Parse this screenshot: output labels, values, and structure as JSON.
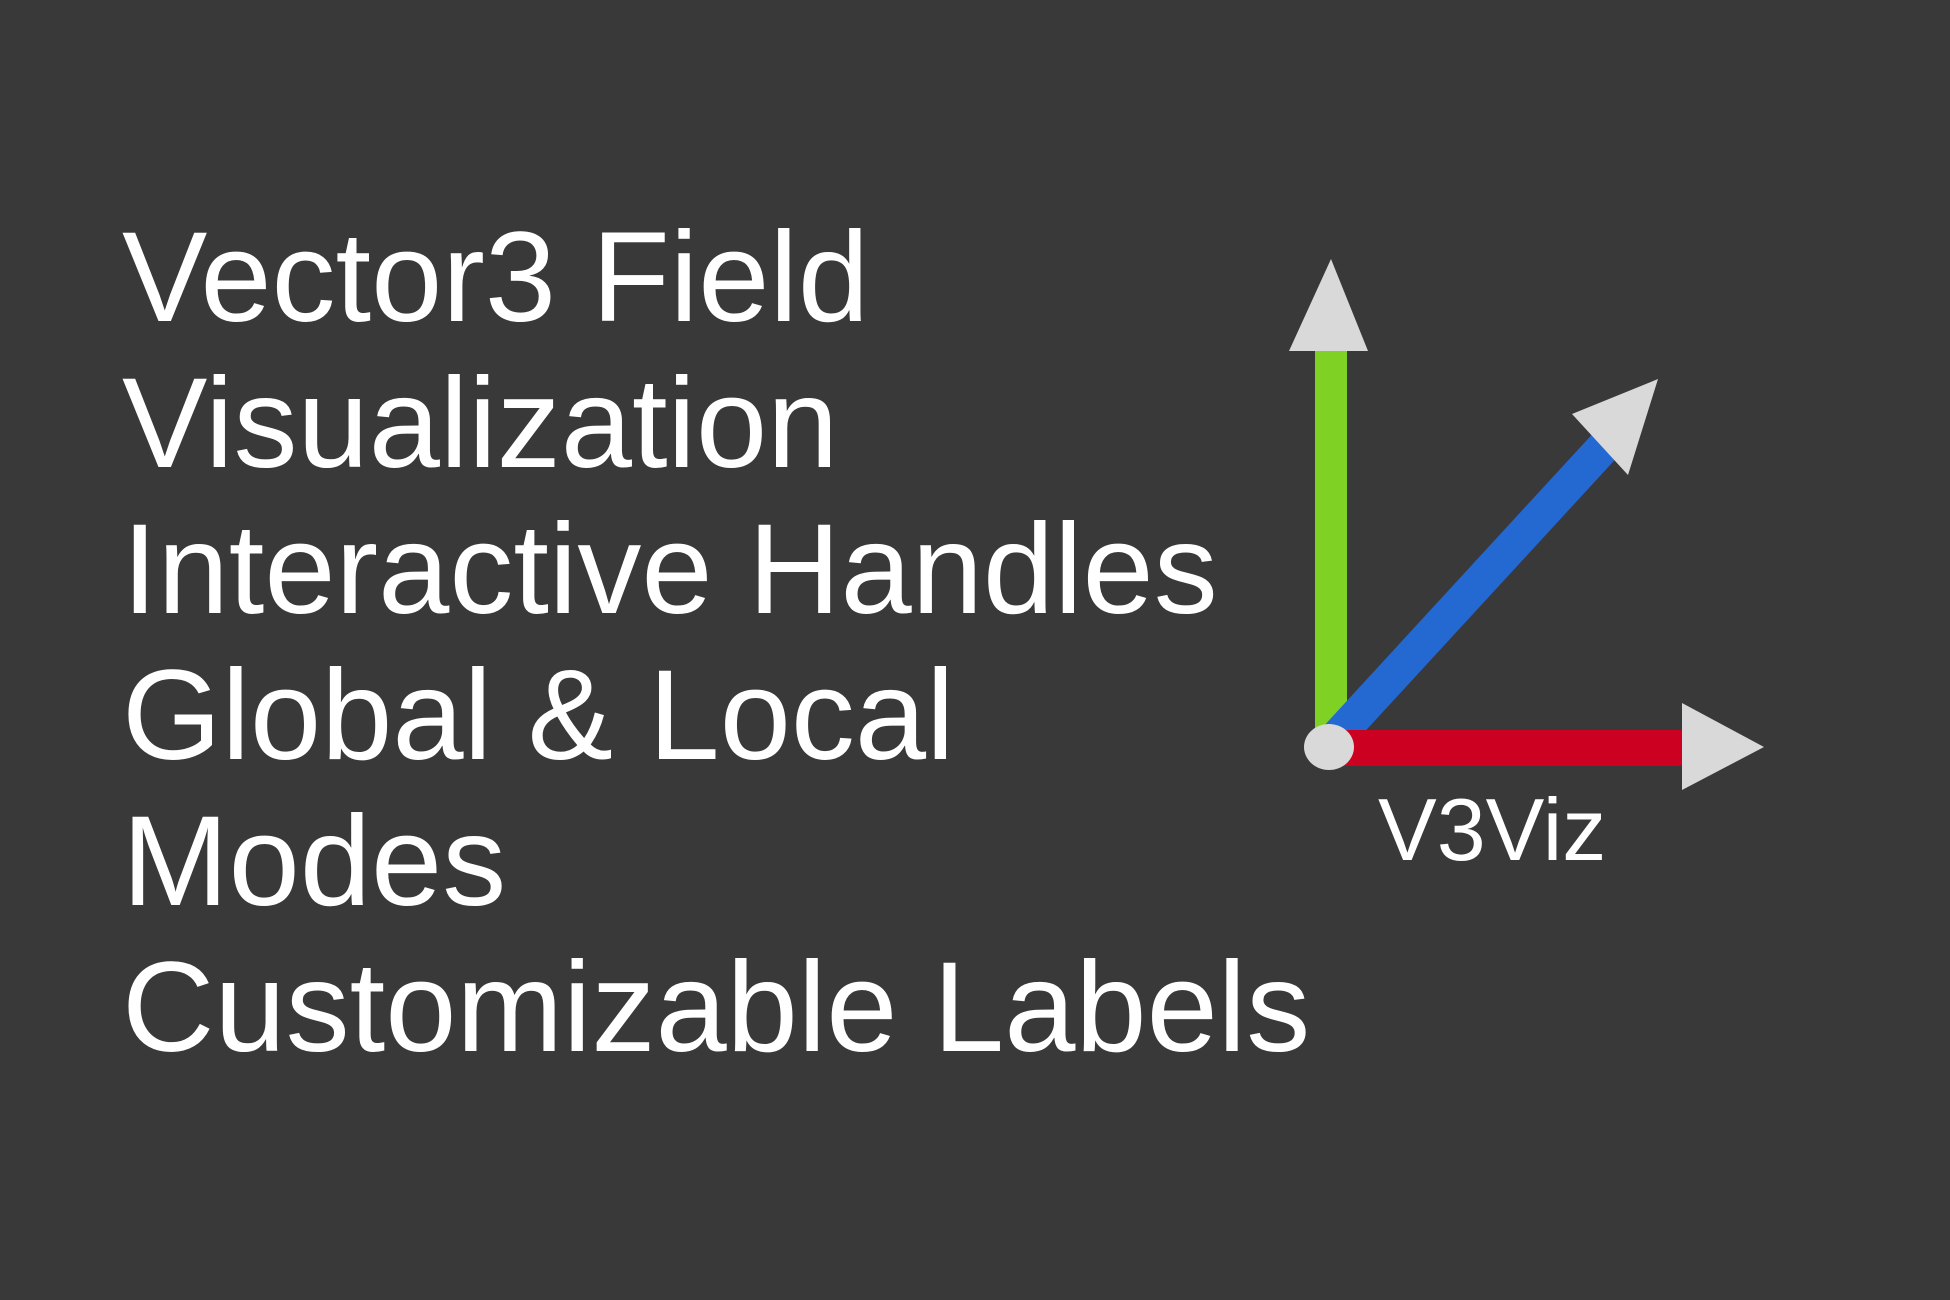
{
  "features": [
    "Vector3 Field",
    "Visualization",
    "Interactive Handles",
    "Global & Local",
    "Modes",
    "Customizable Labels"
  ],
  "logo": {
    "text": "V3Viz",
    "icon": "xyz-axes-icon",
    "colors": {
      "background": "#3a393a",
      "x_axis": "#cc0020",
      "y_axis": "#7fd223",
      "z_axis": "#2468d2",
      "arrowheads": "#d9d9d9",
      "origin": "#d9d9d9",
      "text": "#ffffff"
    }
  }
}
